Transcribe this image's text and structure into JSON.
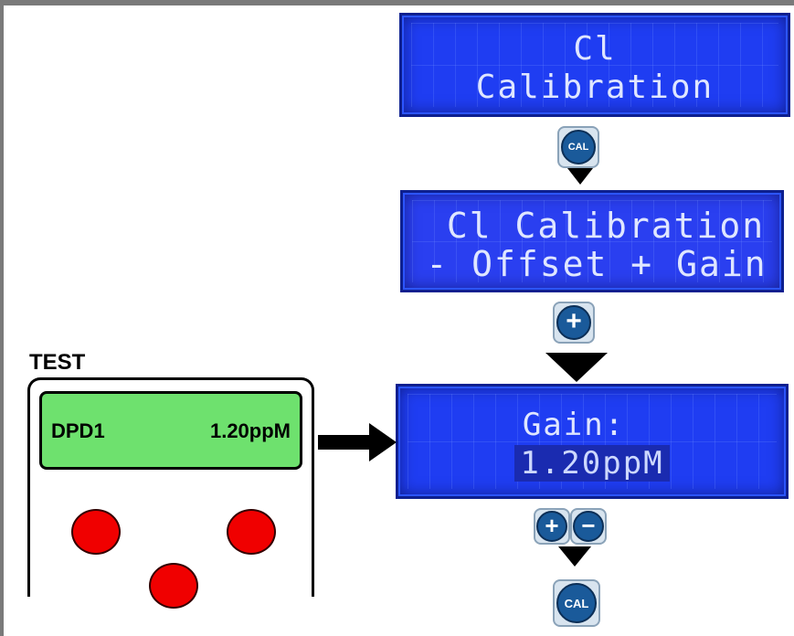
{
  "lcd1": {
    "line1": "Cl",
    "line2": "Calibration"
  },
  "lcd2": {
    "line1": "Cl Calibration",
    "line2": "- Offset + Gain"
  },
  "lcd3": {
    "line1": "Gain:",
    "line2": "1.20ppM"
  },
  "keys": {
    "cal": "CAL",
    "plus": "+",
    "minus": "−"
  },
  "device": {
    "label": "TEST",
    "display_left": "DPD1",
    "display_right": "1.20ppM"
  },
  "colors": {
    "lcd_blue": "#1f3df2",
    "device_green": "#6ee16e",
    "button_red": "#f00000",
    "key_blue": "#1a5a9a"
  }
}
